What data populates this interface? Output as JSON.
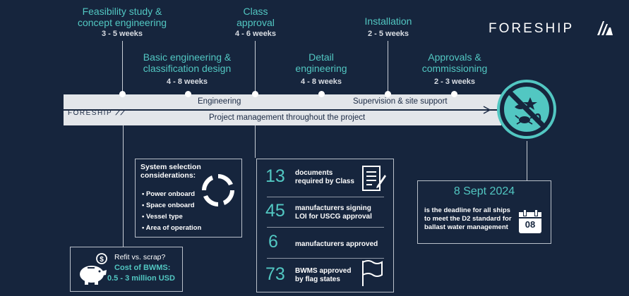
{
  "brand": {
    "logo_text": "FORESHIP",
    "band_logo_text": "FORESHIP"
  },
  "stages": [
    {
      "title": "Feasibility study &\nconcept engineering",
      "duration": "3 - 5 weeks"
    },
    {
      "title": "Basic engineering &\nclassification design",
      "duration": "4 - 8 weeks"
    },
    {
      "title": "Class\napproval",
      "duration": "4 - 6 weeks"
    },
    {
      "title": "Detail\nengineering",
      "duration": "4 - 8 weeks"
    },
    {
      "title": "Installation",
      "duration": "2 - 5 weeks"
    },
    {
      "title": "Approvals &\ncommissioning",
      "duration": "2 - 3 weeks"
    }
  ],
  "band": {
    "engineering_label": "Engineering",
    "supervision_label": "Supervision & site support",
    "pm_label": "Project management throughout the project"
  },
  "considerations": {
    "title": "System selection\nconsiderations:",
    "items": [
      "Power onboard",
      "Space onboard",
      "Vessel type",
      "Area of operation"
    ]
  },
  "refit": {
    "question": "Refit vs. scrap?",
    "cost_label": "Cost of BWMS:",
    "cost_value": "0.5 - 3 million USD"
  },
  "stats": [
    {
      "number": "13",
      "label": "documents\nrequired by Class"
    },
    {
      "number": "45",
      "label": "manufacturers signing\nLOI for USCG approval"
    },
    {
      "number": "6",
      "label": "manufacturers approved"
    },
    {
      "number": "73",
      "label": "BWMS approved\nby flag states"
    }
  ],
  "deadline": {
    "date": "8 Sept 2024",
    "text": "is the deadline for all ships\nto meet the D2 standard for\nballast water management",
    "calendar_day": "08"
  },
  "colors": {
    "background": "#16253d",
    "accent": "#52c7c2",
    "band": "#e3e6ea"
  }
}
